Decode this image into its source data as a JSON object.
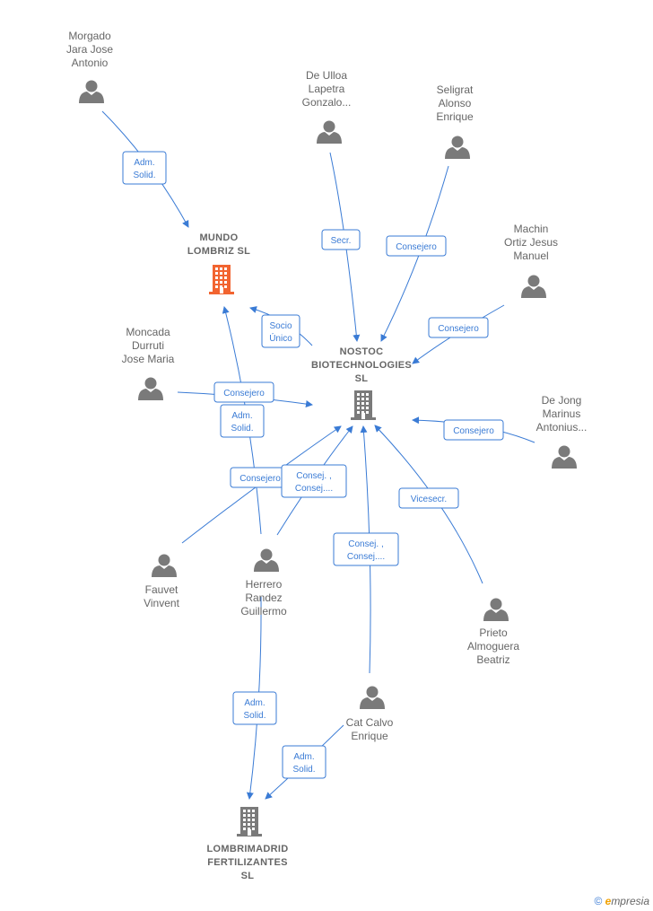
{
  "colors": {
    "edge": "#3a7bd5",
    "person": "#7a7a7a",
    "company": "#7a7a7a",
    "company_highlight": "#f26430"
  },
  "companies": [
    {
      "id": "mundo",
      "lines": [
        "MUNDO",
        "LOMBRIZ  SL"
      ],
      "highlight": true
    },
    {
      "id": "nostoc",
      "lines": [
        "NOSTOC",
        "BIOTECHNOLOGIES",
        "SL"
      ],
      "highlight": false
    },
    {
      "id": "lombri",
      "lines": [
        "LOMBRIMADRID",
        "FERTILIZANTES",
        "SL"
      ],
      "highlight": false
    }
  ],
  "persons": [
    {
      "id": "morgado",
      "lines": [
        "Morgado",
        "Jara Jose",
        "Antonio"
      ]
    },
    {
      "id": "deulloa",
      "lines": [
        "De Ulloa",
        "Lapetra",
        "Gonzalo..."
      ]
    },
    {
      "id": "seligrat",
      "lines": [
        "Seligrat",
        "Alonso",
        "Enrique"
      ]
    },
    {
      "id": "machin",
      "lines": [
        "Machin",
        "Ortiz Jesus",
        "Manuel"
      ]
    },
    {
      "id": "moncada",
      "lines": [
        "Moncada",
        "Durruti",
        "Jose Maria"
      ]
    },
    {
      "id": "dejong",
      "lines": [
        "De Jong",
        "Marinus",
        "Antonius..."
      ]
    },
    {
      "id": "fauvet",
      "lines": [
        "Fauvet",
        "Vinvent"
      ]
    },
    {
      "id": "herrero",
      "lines": [
        "Herrero",
        "Randez",
        "Guillermo"
      ]
    },
    {
      "id": "prieto",
      "lines": [
        "Prieto",
        "Almoguera",
        "Beatriz"
      ]
    },
    {
      "id": "catcalvo",
      "lines": [
        "Cat Calvo",
        "Enrique"
      ]
    }
  ],
  "edges": [
    {
      "from": "morgado",
      "to": "mundo",
      "label": [
        "Adm.",
        "Solid."
      ]
    },
    {
      "from": "deulloa",
      "to": "nostoc",
      "label": [
        "Secr."
      ]
    },
    {
      "from": "seligrat",
      "to": "nostoc",
      "label": [
        "Consejero"
      ]
    },
    {
      "from": "machin",
      "to": "nostoc",
      "label": [
        "Consejero"
      ]
    },
    {
      "from": "nostoc",
      "to": "mundo",
      "label": [
        "Socio",
        "Único"
      ]
    },
    {
      "from": "moncada",
      "to": "nostoc",
      "label": [
        "Consejero"
      ]
    },
    {
      "from": "dejong",
      "to": "nostoc",
      "label": [
        "Consejero"
      ]
    },
    {
      "from": "herrero",
      "to": "mundo",
      "label": [
        "Adm.",
        "Solid."
      ]
    },
    {
      "from": "fauvet",
      "to": "nostoc",
      "label": [
        "Consejero"
      ]
    },
    {
      "from": "herrero",
      "to": "nostoc",
      "label": [
        "Consej. ,",
        "Consej...."
      ]
    },
    {
      "from": "catcalvo",
      "to": "nostoc",
      "label": [
        "Consej. ,",
        "Consej...."
      ]
    },
    {
      "from": "prieto",
      "to": "nostoc",
      "label": [
        "Vicesecr."
      ]
    },
    {
      "from": "herrero",
      "to": "lombri",
      "label": [
        "Adm.",
        "Solid."
      ]
    },
    {
      "from": "catcalvo",
      "to": "lombri",
      "label": [
        "Adm.",
        "Solid."
      ]
    }
  ],
  "footer": {
    "copyright": "©",
    "brand_e": "e",
    "brand_rest": "mpresia"
  }
}
